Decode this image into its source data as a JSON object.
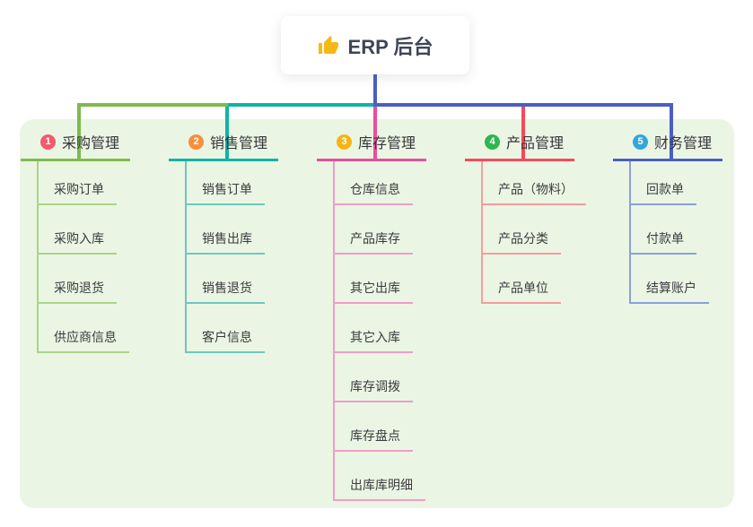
{
  "root": {
    "icon": "thumbs-up",
    "label": "ERP 后台"
  },
  "colors": {
    "canvas_bg": "#eaf6e3",
    "node_bg": "#ffffff",
    "root_connector": "#4a5fc4",
    "icon_color": "#f6b817"
  },
  "branches": [
    {
      "badge": "1",
      "title": "采购管理",
      "badge_color": "#f25b6b",
      "line_color": "#7eba4c",
      "child_line_color": "#abd488",
      "children": [
        "采购订单",
        "采购入库",
        "采购退货",
        "供应商信息"
      ]
    },
    {
      "badge": "2",
      "title": "销售管理",
      "badge_color": "#f78f3d",
      "line_color": "#10b3a6",
      "child_line_color": "#6cc8bf",
      "children": [
        "销售订单",
        "销售出库",
        "销售退货",
        "客户信息"
      ]
    },
    {
      "badge": "3",
      "title": "库存管理",
      "badge_color": "#f7b515",
      "line_color": "#e94e9c",
      "child_line_color": "#f29bc8",
      "children": [
        "仓库信息",
        "产品库存",
        "其它出库",
        "其它入库",
        "库存调拨",
        "库存盘点",
        "出库库明细"
      ]
    },
    {
      "badge": "4",
      "title": "产品管理",
      "badge_color": "#2fb551",
      "line_color": "#f7495c",
      "child_line_color": "#f89ba0",
      "children": [
        "产品（物料）",
        "产品分类",
        "产品单位"
      ]
    },
    {
      "badge": "5",
      "title": "财务管理",
      "badge_color": "#33a6dc",
      "line_color": "#4a5fc4",
      "child_line_color": "#8aa0dc",
      "children": [
        "回款单",
        "付款单",
        "结算账户"
      ]
    }
  ]
}
